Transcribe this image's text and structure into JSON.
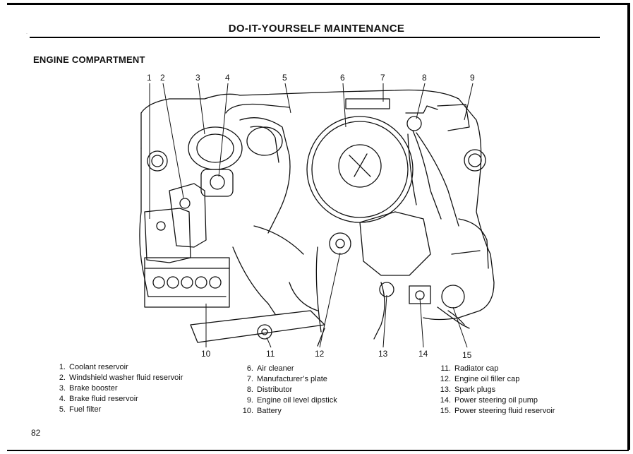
{
  "header": {
    "title": "DO-IT-YOURSELF MAINTENANCE"
  },
  "section": {
    "title": "ENGINE COMPARTMENT"
  },
  "callouts": [
    "1",
    "2",
    "3",
    "4",
    "5",
    "6",
    "7",
    "8",
    "9",
    "10",
    "11",
    "12",
    "13",
    "14",
    "15"
  ],
  "legend": {
    "col1": [
      {
        "num": "1.",
        "label": "Coolant reservoir"
      },
      {
        "num": "2.",
        "label": "Windshield washer fluid reservoir"
      },
      {
        "num": "3.",
        "label": "Brake booster"
      },
      {
        "num": "4.",
        "label": "Brake fluid reservoir"
      },
      {
        "num": "5.",
        "label": "Fuel filter"
      }
    ],
    "col2": [
      {
        "num": "6.",
        "label": "Air cleaner"
      },
      {
        "num": "7.",
        "label": "Manufacturer’s  plate"
      },
      {
        "num": "8.",
        "label": "Distributor"
      },
      {
        "num": "9.",
        "label": "Engine oil level dipstick"
      },
      {
        "num": "10.",
        "label": "Battery"
      }
    ],
    "col3": [
      {
        "num": "11.",
        "label": "Radiator cap"
      },
      {
        "num": "12.",
        "label": "Engine oil filler cap"
      },
      {
        "num": "13.",
        "label": "Spark plugs"
      },
      {
        "num": "14.",
        "label": "Power steering oil pump"
      },
      {
        "num": "15.",
        "label": "Power steering fluid reservoir"
      }
    ]
  },
  "page": {
    "number": "82"
  }
}
